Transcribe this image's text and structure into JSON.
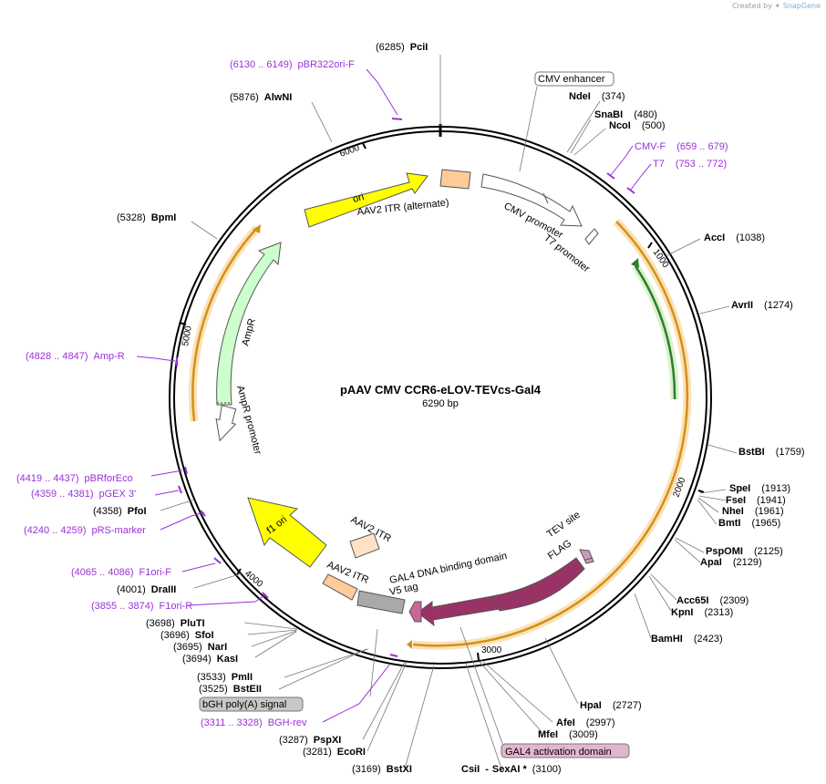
{
  "watermark": {
    "prefix": "Created by",
    "brand": "SnapGene"
  },
  "plasmid": {
    "name": "pAAV CMV CCR6-eLOV-TEVcs-Gal4",
    "length": "6290 bp"
  },
  "colors": {
    "primer": "#9b30d9",
    "ori": "#ffff00",
    "amp": "#ccffcc",
    "itr": "#ffcc99",
    "gal4": "#993366",
    "orange_arc": "#f5a623",
    "green_arc": "#2e7d32",
    "bgh": "#a9a9a9",
    "v5": "#cc6699",
    "tev": "#cc99bb"
  },
  "tick_labels": [
    "1000",
    "2000",
    "3000",
    "4000",
    "5000",
    "6000"
  ],
  "sites": [
    {
      "name": "PciI",
      "pos": "(6285)"
    },
    {
      "name": "AlwNI",
      "pos": "(5876)"
    },
    {
      "name": "BpmI",
      "pos": "(5328)"
    },
    {
      "name": "NdeI",
      "pos": "(374)"
    },
    {
      "name": "SnaBI",
      "pos": "(480)"
    },
    {
      "name": "NcoI",
      "pos": "(500)"
    },
    {
      "name": "AccI",
      "pos": "(1038)"
    },
    {
      "name": "AvrII",
      "pos": "(1274)"
    },
    {
      "name": "BstBI",
      "pos": "(1759)"
    },
    {
      "name": "SpeI",
      "pos": "(1913)"
    },
    {
      "name": "FseI",
      "pos": "(1941)"
    },
    {
      "name": "NheI",
      "pos": "(1961)"
    },
    {
      "name": "BmtI",
      "pos": "(1965)"
    },
    {
      "name": "PspOMI",
      "pos": "(2125)"
    },
    {
      "name": "ApaI",
      "pos": "(2129)"
    },
    {
      "name": "Acc65I",
      "pos": "(2309)"
    },
    {
      "name": "KpnI",
      "pos": "(2313)"
    },
    {
      "name": "BamHI",
      "pos": "(2423)"
    },
    {
      "name": "HpaI",
      "pos": "(2727)"
    },
    {
      "name": "AfeI",
      "pos": "(2997)"
    },
    {
      "name": "MfeI",
      "pos": "(3009)"
    },
    {
      "name": "CsiI",
      "name2": "SexAI *",
      "pos": "(3100)"
    },
    {
      "name": "BstXI",
      "pos": "(3169)"
    },
    {
      "name": "EcoRI",
      "pos": "(3281)"
    },
    {
      "name": "PspXI",
      "pos": "(3287)"
    },
    {
      "name": "BstEII",
      "pos": "(3525)"
    },
    {
      "name": "PmlI",
      "pos": "(3533)"
    },
    {
      "name": "KasI",
      "pos": "(3694)"
    },
    {
      "name": "NarI",
      "pos": "(3695)"
    },
    {
      "name": "SfoI",
      "pos": "(3696)"
    },
    {
      "name": "PluTI",
      "pos": "(3698)"
    },
    {
      "name": "DraIII",
      "pos": "(4001)"
    },
    {
      "name": "PfoI",
      "pos": "(4358)"
    }
  ],
  "primers": [
    {
      "range": "(6130 .. 6149)",
      "name": "pBR322ori-F"
    },
    {
      "range": "(659 .. 679)",
      "name": "CMV-F"
    },
    {
      "range": "(753 .. 772)",
      "name": "T7"
    },
    {
      "range": "(4828 .. 4847)",
      "name": "Amp-R"
    },
    {
      "range": "(4419 .. 4437)",
      "name": "pBRforEco"
    },
    {
      "range": "(4359 .. 4381)",
      "name": "pGEX 3'"
    },
    {
      "range": "(4240 .. 4259)",
      "name": "pRS-marker"
    },
    {
      "range": "(4065 .. 4086)",
      "name": "F1ori-F"
    },
    {
      "range": "(3855 .. 3874)",
      "name": "F1ori-R"
    },
    {
      "range": "(3311 .. 3328)",
      "name": "BGH-rev"
    }
  ],
  "boxed_labels": {
    "cmv_enhancer": "CMV enhancer",
    "bgh": "bGH poly(A) signal",
    "gal4_act": "GAL4 activation domain"
  },
  "features": {
    "ori": "ori",
    "itr_alt": "AAV2 ITR (alternate)",
    "cmv_promoter": "CMV promoter",
    "t7_promoter": "T7 promoter",
    "ampr": "AmpR",
    "ampr_promoter": "AmpR promoter",
    "f1ori": "f1 ori",
    "itr1": "AAV2 ITR",
    "itr2": "AAV2 ITR",
    "gal4_dbd": "GAL4 DNA binding domain",
    "v5": "V5 tag",
    "tev": "TEV site",
    "flag": "FLAG"
  }
}
